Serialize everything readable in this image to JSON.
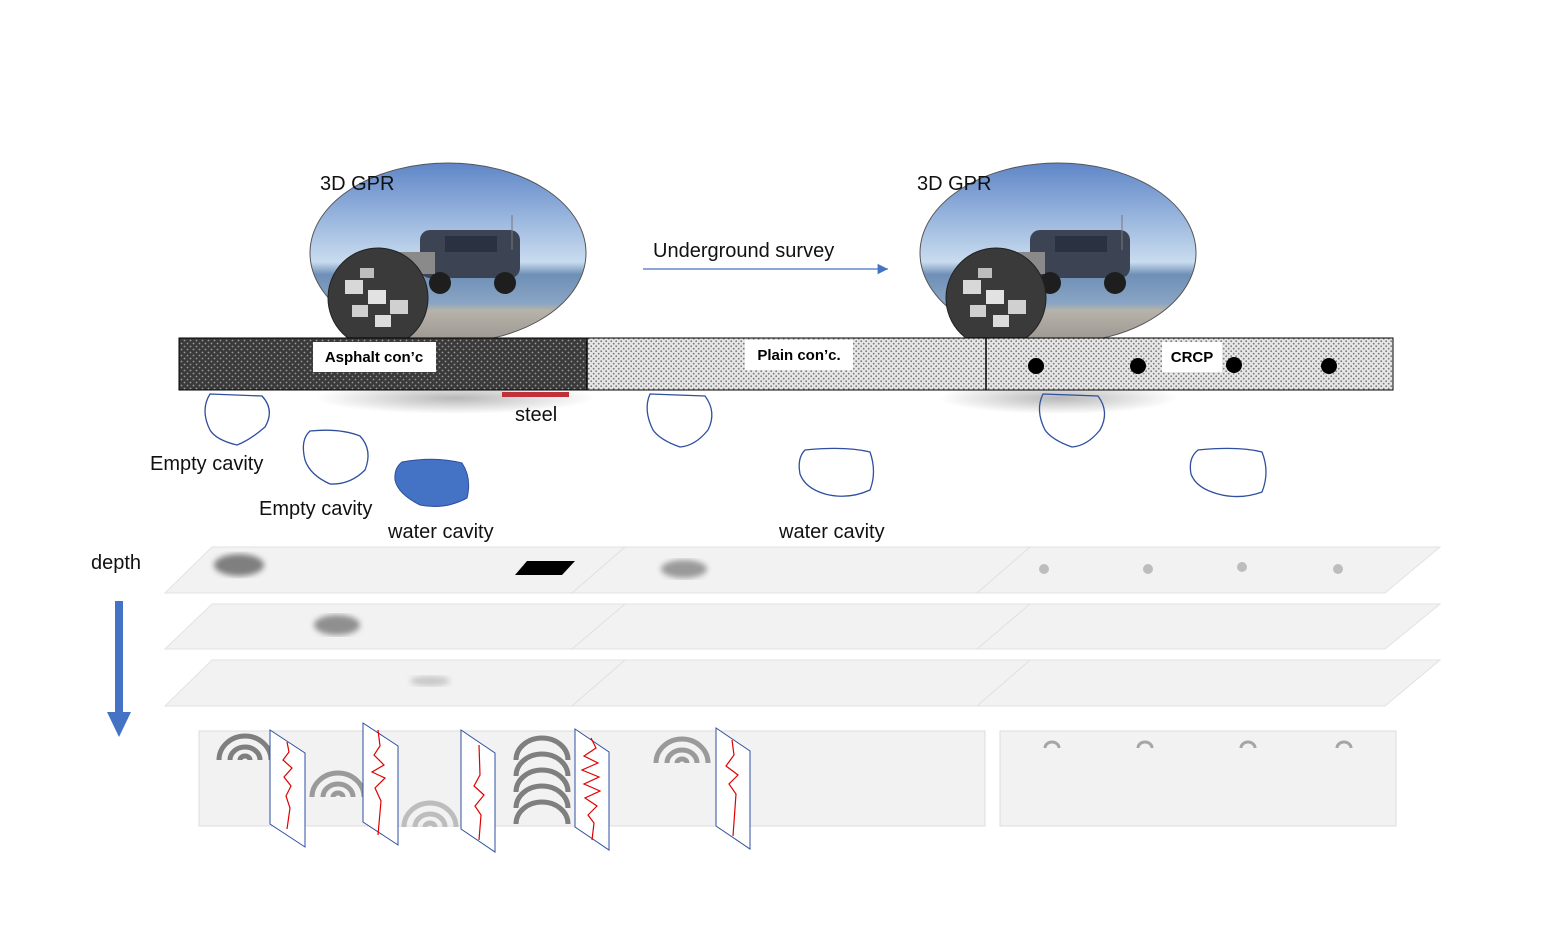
{
  "gpr_units": [
    {
      "label": "3D GPR"
    },
    {
      "label": "3D GPR"
    }
  ],
  "survey": {
    "label": "Underground survey"
  },
  "pavement": [
    {
      "label": "Asphalt con’c"
    },
    {
      "label": "Plain con’c."
    },
    {
      "label": "CRCP"
    }
  ],
  "annotations": {
    "steel": "steel",
    "empty_cavity_1": "Empty cavity",
    "empty_cavity_2": "Empty cavity",
    "water_cavity_1": "water cavity",
    "water_cavity_2": "water cavity",
    "depth": "depth"
  },
  "colors": {
    "asphalt": "#3a3a3a",
    "concrete": "#d8d8d8",
    "cavity_outline": "#2f4f9f",
    "water_fill": "#4472c4",
    "steel": "#c0303a",
    "depth_arrow": "#4472c4",
    "survey_arrow": "#4472c4",
    "trace": "#e00000",
    "slice": "#f2f2f2"
  }
}
